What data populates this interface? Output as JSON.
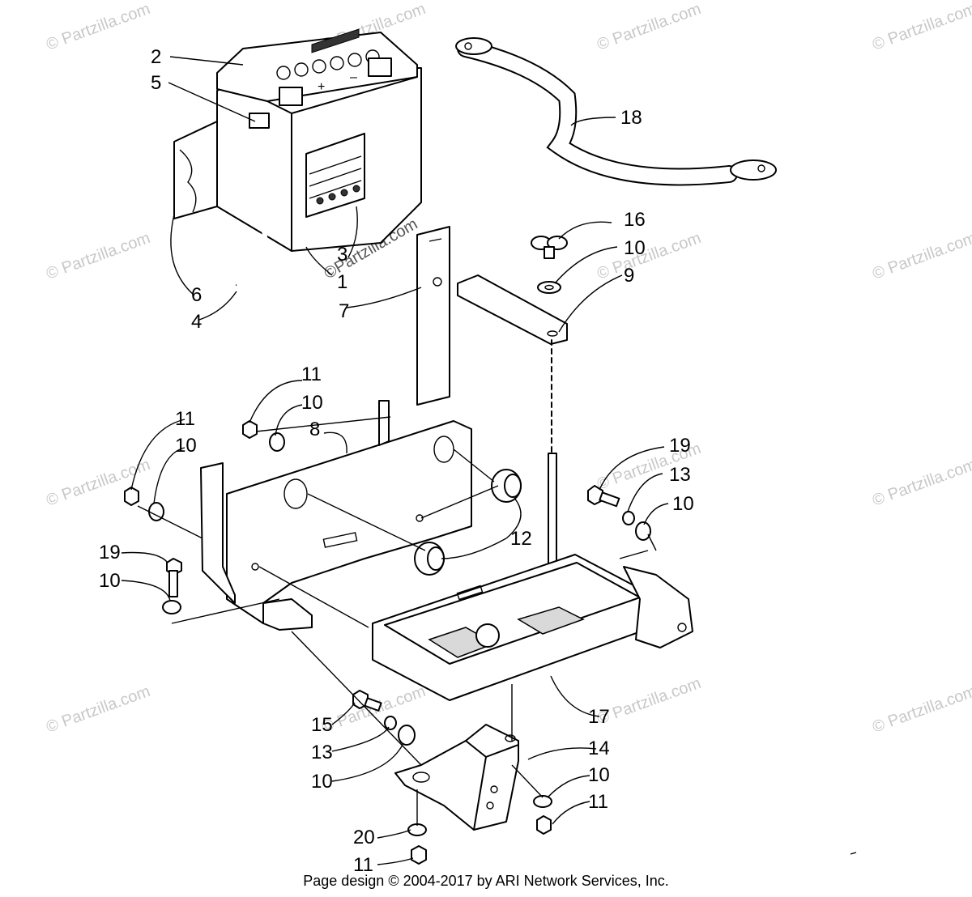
{
  "watermark": {
    "text": "© Partzilla.com",
    "center_text": "©Partzilla.com"
  },
  "callouts": [
    "1",
    "2",
    "3",
    "4",
    "5",
    "6",
    "7",
    "8",
    "9",
    "10",
    "11",
    "12",
    "13",
    "14",
    "15",
    "16",
    "17",
    "18",
    "19",
    "20"
  ],
  "footer": {
    "text": "Page design © 2004-2017 by ARI Network Services, Inc."
  }
}
